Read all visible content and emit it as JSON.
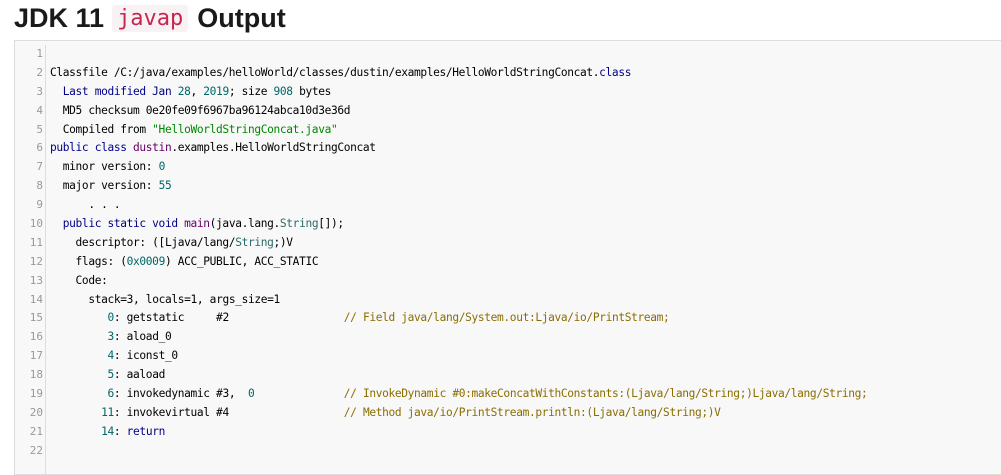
{
  "header": {
    "title_prefix": "JDK 11",
    "title_code": "javap",
    "title_suffix": "Output"
  },
  "code": {
    "line_numbers": [
      "1",
      "2",
      "3",
      "4",
      "5",
      "6",
      "7",
      "8",
      "9",
      "10",
      "11",
      "12",
      "13",
      "14",
      "15",
      "16",
      "17",
      "18",
      "19",
      "20",
      "21",
      "22"
    ],
    "lines": [
      [],
      [
        {
          "t": "Classfile /C:/java/examples/helloWorld/classes/dustin/examples/HelloWorldStringConcat.",
          "c": ""
        },
        {
          "t": "class",
          "c": "kw"
        }
      ],
      [
        {
          "t": "  Last modified Jan ",
          "c": "kw"
        },
        {
          "t": "28",
          "c": "num"
        },
        {
          "t": ", ",
          "c": ""
        },
        {
          "t": "2019",
          "c": "num"
        },
        {
          "t": "; size ",
          "c": ""
        },
        {
          "t": "908",
          "c": "num"
        },
        {
          "t": " bytes",
          "c": ""
        }
      ],
      [
        {
          "t": "  MD5 checksum ",
          "c": ""
        },
        {
          "t": "0e20fe09f6967ba96124abca10d3e36d",
          "c": ""
        }
      ],
      [
        {
          "t": "  Compiled from ",
          "c": ""
        },
        {
          "t": "\"HelloWorldStringConcat.java\"",
          "c": "str"
        }
      ],
      [
        {
          "t": "public class ",
          "c": "kw"
        },
        {
          "t": "dustin",
          "c": "tp"
        },
        {
          "t": ".examples.HelloWorldStringConcat",
          "c": ""
        }
      ],
      [
        {
          "t": "  minor version: ",
          "c": ""
        },
        {
          "t": "0",
          "c": "num"
        }
      ],
      [
        {
          "t": "  major version: ",
          "c": ""
        },
        {
          "t": "55",
          "c": "num"
        }
      ],
      [
        {
          "t": "      . . .",
          "c": ""
        }
      ],
      [
        {
          "t": "  public static void ",
          "c": "kw"
        },
        {
          "t": "main",
          "c": "tp"
        },
        {
          "t": "(java.lang.",
          "c": ""
        },
        {
          "t": "String",
          "c": "ty"
        },
        {
          "t": "[]);",
          "c": ""
        }
      ],
      [
        {
          "t": "    descriptor: ([Ljava/lang/",
          "c": ""
        },
        {
          "t": "String",
          "c": "ty"
        },
        {
          "t": ";)V",
          "c": ""
        }
      ],
      [
        {
          "t": "    flags: (",
          "c": ""
        },
        {
          "t": "0x0009",
          "c": "num"
        },
        {
          "t": ") ACC_PUBLIC, ACC_STATIC",
          "c": ""
        }
      ],
      [
        {
          "t": "    Code:",
          "c": ""
        }
      ],
      [
        {
          "t": "      stack=",
          "c": ""
        },
        {
          "t": "3",
          "c": ""
        },
        {
          "t": ", locals=",
          "c": ""
        },
        {
          "t": "1",
          "c": ""
        },
        {
          "t": ", args_size=",
          "c": ""
        },
        {
          "t": "1",
          "c": ""
        }
      ],
      [
        {
          "t": "         ",
          "c": ""
        },
        {
          "t": "0",
          "c": "num"
        },
        {
          "t": ": getstatic     #",
          "c": ""
        },
        {
          "t": "2",
          "c": ""
        },
        {
          "t": "                  ",
          "c": ""
        },
        {
          "t": "// Field java/lang/System.out:Ljava/io/PrintStream;",
          "c": "cm2"
        }
      ],
      [
        {
          "t": "         ",
          "c": ""
        },
        {
          "t": "3",
          "c": "num"
        },
        {
          "t": ": aload_0",
          "c": ""
        }
      ],
      [
        {
          "t": "         ",
          "c": ""
        },
        {
          "t": "4",
          "c": "num"
        },
        {
          "t": ": iconst_0",
          "c": ""
        }
      ],
      [
        {
          "t": "         ",
          "c": ""
        },
        {
          "t": "5",
          "c": "num"
        },
        {
          "t": ": aaload",
          "c": ""
        }
      ],
      [
        {
          "t": "         ",
          "c": ""
        },
        {
          "t": "6",
          "c": "num"
        },
        {
          "t": ": invokedynamic #",
          "c": ""
        },
        {
          "t": "3",
          "c": ""
        },
        {
          "t": ",  ",
          "c": ""
        },
        {
          "t": "0",
          "c": "num"
        },
        {
          "t": "              ",
          "c": ""
        },
        {
          "t": "// InvokeDynamic #0:makeConcatWithConstants:(Ljava/lang/String;)Ljava/lang/String;",
          "c": "cm2"
        }
      ],
      [
        {
          "t": "        ",
          "c": ""
        },
        {
          "t": "11",
          "c": "num"
        },
        {
          "t": ": invokevirtual #",
          "c": ""
        },
        {
          "t": "4",
          "c": ""
        },
        {
          "t": "                  ",
          "c": ""
        },
        {
          "t": "// Method java/io/PrintStream.println:(Ljava/lang/String;)V",
          "c": "cm2"
        }
      ],
      [
        {
          "t": "        ",
          "c": ""
        },
        {
          "t": "14",
          "c": "num"
        },
        {
          "t": ": ",
          "c": ""
        },
        {
          "t": "return",
          "c": "kw"
        }
      ],
      []
    ]
  }
}
